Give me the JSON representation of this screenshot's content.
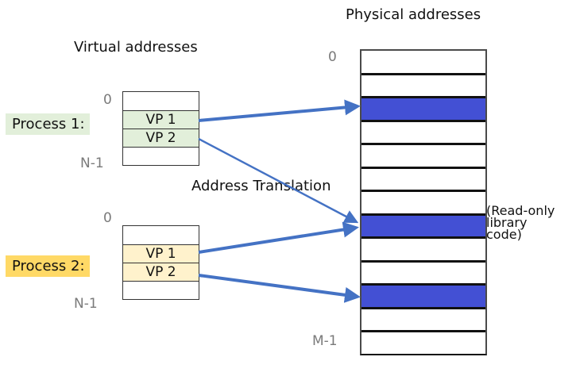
{
  "titles": {
    "virtual": "Virtual addresses",
    "physical": "Physical addresses",
    "translation": "Address Translation"
  },
  "processes": [
    {
      "label": "Process 1:",
      "label_bg": "#e2efda",
      "page_bg": "#e2efda",
      "start_tick": "0",
      "end_tick": "N-1",
      "rows": [
        "",
        "VP 1",
        "VP 2",
        ""
      ]
    },
    {
      "label": "Process 2:",
      "label_bg": "#ffd966",
      "page_bg": "#fff2cc",
      "start_tick": "0",
      "end_tick": "N-1",
      "rows": [
        "",
        "VP 1",
        "VP 2",
        ""
      ]
    }
  ],
  "physical_memory": {
    "start_tick": "0",
    "end_tick": "M-1",
    "frame_count": 13,
    "used_frames": [
      2,
      7,
      10
    ],
    "used_color": "#4350d4",
    "shared_note": [
      "(Read-only",
      "library",
      "code)"
    ]
  },
  "mappings": [
    {
      "process": 1,
      "page": "VP 1",
      "frame": 2
    },
    {
      "process": 1,
      "page": "VP 2",
      "frame": 7
    },
    {
      "process": 2,
      "page": "VP 1",
      "frame": 7
    },
    {
      "process": 2,
      "page": "VP 2",
      "frame": 10
    }
  ],
  "arrow_color": "#4472c4"
}
